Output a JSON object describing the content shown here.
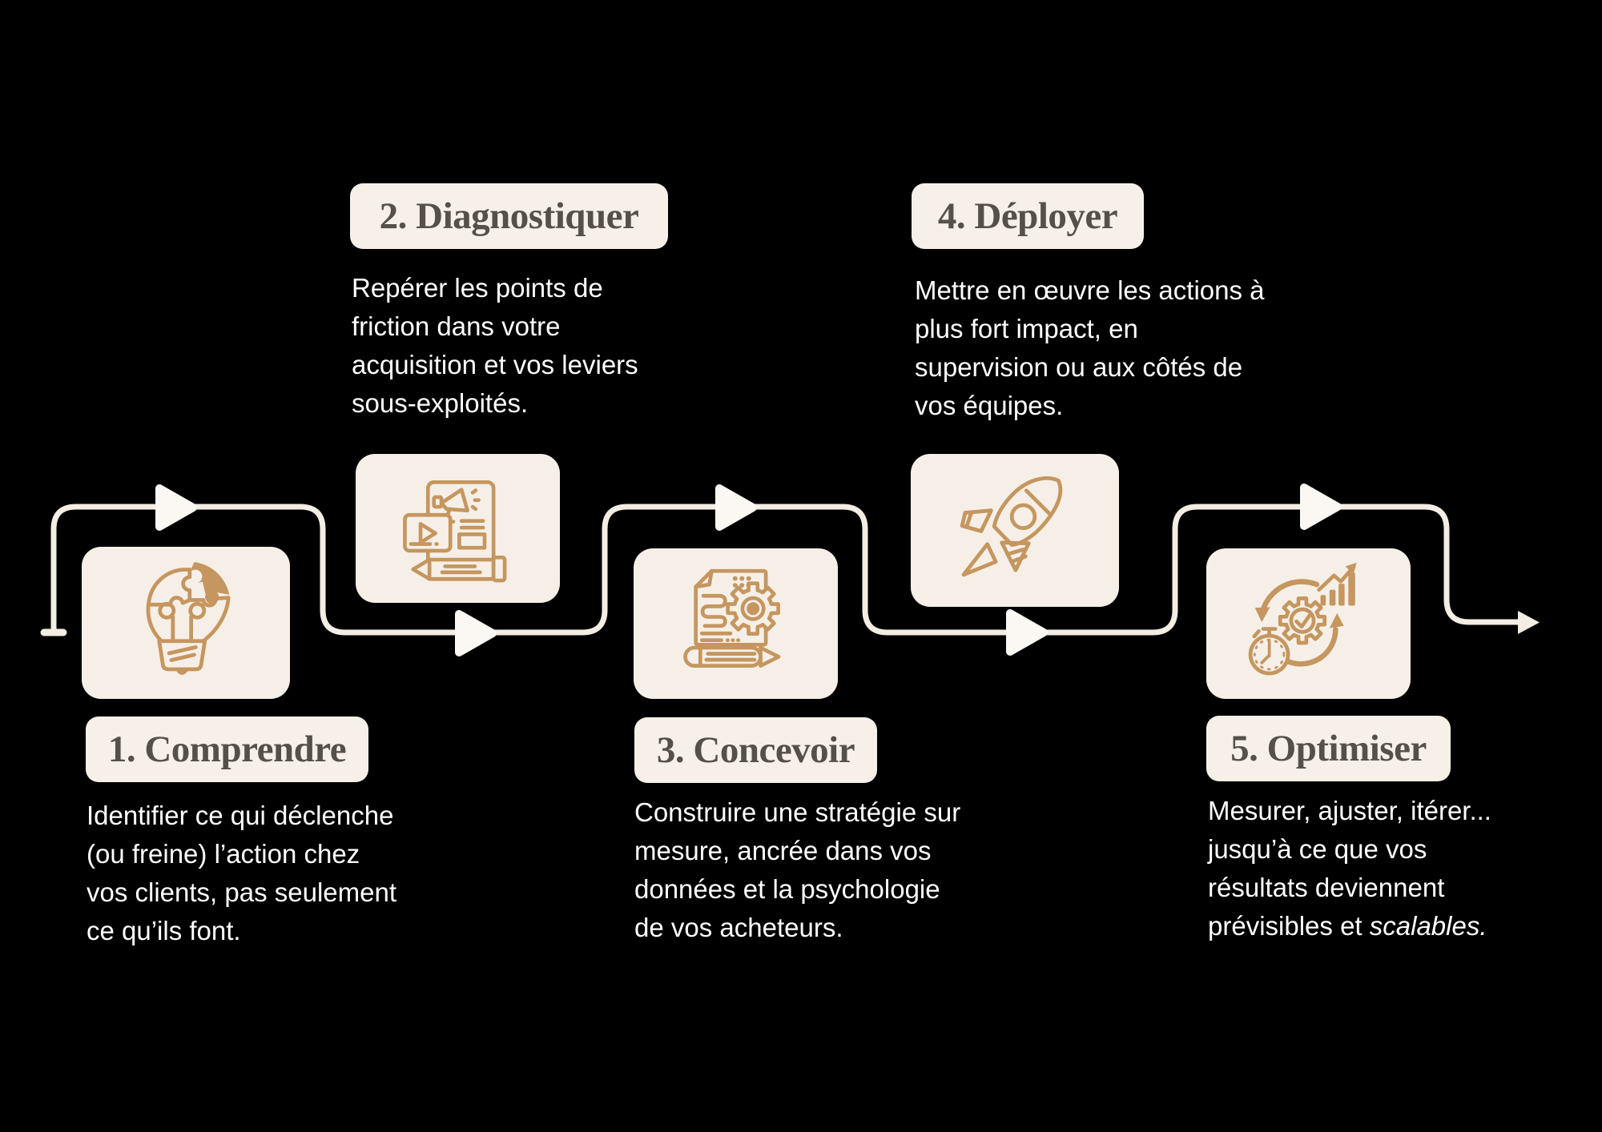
{
  "colors": {
    "background": "#000000",
    "card_cream": "#F5EFE7",
    "line_cream": "#F3EDE4",
    "arrow_white": "#FBF8F3",
    "icon_tan": "#C5965F",
    "title_text": "#55514A",
    "body_text": "#FFFFFF"
  },
  "steps": [
    {
      "title": "1. Comprendre",
      "icon": "lightbulb-puzzle-icon",
      "desc_lines": [
        "Identifier ce qui déclenche",
        "(ou freine) l’action chez",
        "vos clients, pas seulement",
        "ce qu’ils font."
      ]
    },
    {
      "title": "2. Diagnostiquer",
      "icon": "marketing-content-icon",
      "desc_lines": [
        "Repérer les points de",
        "friction dans votre",
        "acquisition et vos leviers",
        "sous-exploités."
      ]
    },
    {
      "title": "3. Concevoir",
      "icon": "strategy-document-gear-icon",
      "desc_lines": [
        "Construire une stratégie sur",
        "mesure, ancrée dans vos",
        "données et la psychologie",
        "de vos acheteurs."
      ]
    },
    {
      "title": "4. Déployer",
      "icon": "rocket-icon",
      "desc_lines": [
        "Mettre en œuvre les actions à",
        "plus fort impact, en",
        "supervision ou aux côtés de",
        "vos équipes."
      ]
    },
    {
      "title": "5. Optimiser",
      "icon": "stopwatch-gear-growth-icon",
      "desc_lines": [
        "Mesurer, ajuster, itérer...",
        "jusqu’à ce que vos",
        "résultats deviennent",
        "prévisibles et "
      ],
      "desc_italic_suffix": "scalables."
    }
  ]
}
